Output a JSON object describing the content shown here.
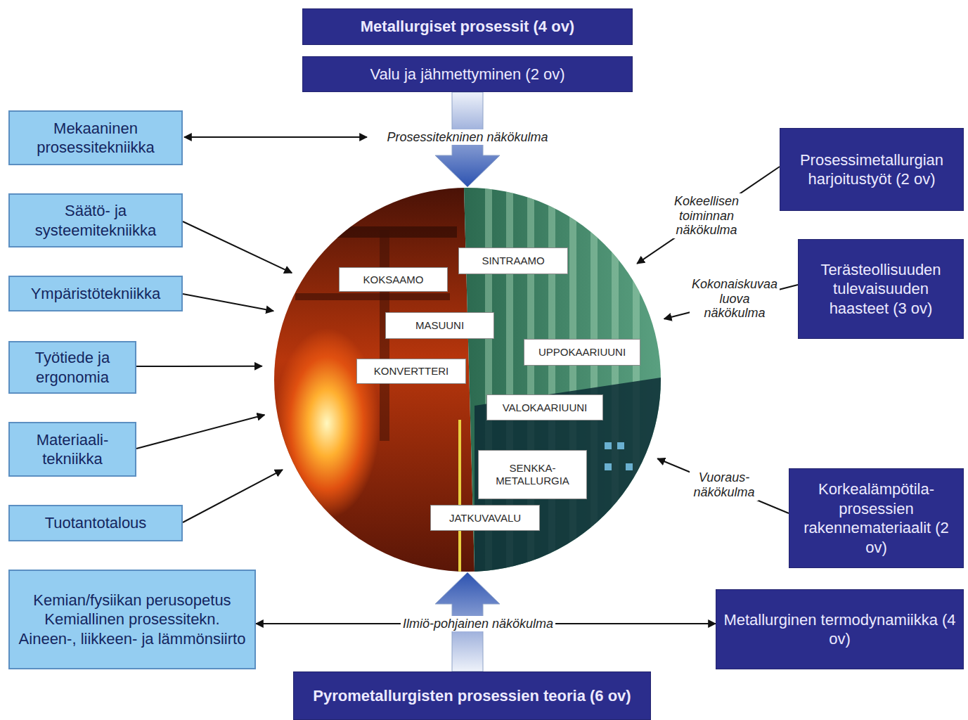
{
  "diagram": {
    "nodes": [
      {
        "text": [
          "Metallurgiset prosessit (4 ov)"
        ]
      },
      {
        "text": [
          "Valu ja jähmettyminen (2 ov)"
        ]
      },
      {
        "text": [
          "Mekaaninen prosessitekniikka"
        ]
      },
      {
        "text": [
          "Prosessimetallurgian harjoitustyöt (2 ov)"
        ]
      },
      {
        "text": [
          "Säätö- ja systeemitekniikka"
        ]
      },
      {
        "text": []
      },
      {
        "text": [
          "KOKSAAMO"
        ],
        "in": 5
      },
      {
        "text": [
          "SINTRAAMO"
        ],
        "in": 5
      },
      {
        "text": [
          "MASUUNI"
        ],
        "in": 5
      },
      {
        "text": [
          "UPPOKAARIUUNI"
        ],
        "in": 5
      },
      {
        "text": [
          "KONVERTTERI"
        ],
        "in": 5
      },
      {
        "text": [
          "VALOKAARIUUNI"
        ],
        "in": 5
      },
      {
        "text": [
          "SENKKA- METALLURGIA"
        ],
        "in": 5
      },
      {
        "text": [
          "JATKUVAVALU"
        ],
        "in": 5
      },
      {
        "text": [
          "Ympäristötekniikka"
        ]
      },
      {
        "text": [
          "Terästeollisuuden tulevaisuuden haasteet (3 ov)"
        ]
      },
      {
        "text": [
          "Työtiede ja ergonomia"
        ]
      },
      {
        "text": [
          "Materiaali- tekniikka"
        ]
      },
      {
        "text": [
          "Korkealämpötila- prosessien rakennemateriaalit (2 ov)"
        ]
      },
      {
        "text": [
          "Tuotantotalous"
        ]
      },
      {
        "text": [
          "Kemian/fysiikan perusopetus",
          "Kemiallinen prosessitekn.",
          "Aineen-, liikkeen- ja lämmönsiirto"
        ]
      },
      {
        "text": [
          "Metallurginen termodynamiikka (4 ov)"
        ]
      },
      {
        "text": [
          "Pyrometallurgisten prosessien teoria (6 ov)"
        ]
      }
    ],
    "edges": [
      {
        "from": 1,
        "to": 5,
        "arrow": "to",
        "label": "Prosessitekninen näkökulma"
      },
      {
        "from": 4,
        "to": 5,
        "arrow": "to"
      },
      {
        "from": 14,
        "to": 5,
        "arrow": "to"
      },
      {
        "from": 16,
        "to": 5,
        "arrow": "to"
      },
      {
        "from": 17,
        "to": 5,
        "arrow": "to"
      },
      {
        "from": 19,
        "to": 5,
        "arrow": "to"
      },
      {
        "from": 3,
        "to": 5,
        "arrow": "to",
        "label": "Kokeellisen toiminnan näkökulma"
      },
      {
        "from": 15,
        "to": 5,
        "arrow": "to",
        "label": "Kokonaiskuvaa luova näkökulma"
      },
      {
        "from": 18,
        "to": 5,
        "arrow": "to",
        "label": "Vuoraus- näkökulma"
      },
      {
        "from": 22,
        "to": 5,
        "arrow": "to"
      },
      {
        "from": 20,
        "to": 21,
        "arrow": "both",
        "label": "Ilmiö-pohjainen näkökulma"
      }
    ]
  }
}
